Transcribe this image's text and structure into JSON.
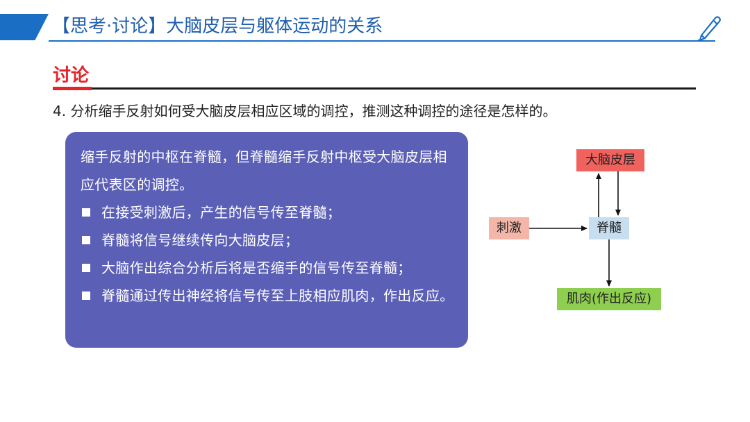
{
  "header": {
    "title": "【思考·讨论】大脑皮层与躯体运动的关系"
  },
  "section": {
    "label": "讨论"
  },
  "question": {
    "text": "4. 分析缩手反射如何受大脑皮层相应区域的调控，推测这种调控的途径是怎样的。"
  },
  "answer": {
    "intro": "缩手反射的中枢在脊髓，但脊髓缩手反射中枢受大脑皮层相应代表区的调控。",
    "bullets": [
      "在接受刺激后，产生的信号传至脊髓；",
      "脊髓将信号继续传向大脑皮层；",
      "大脑作出综合分析后将是否缩手的信号传至脊髓；",
      "脊髓通过传出神经将信号传至上肢相应肌肉，作出反应。"
    ]
  },
  "diagram": {
    "cortex": "大脑皮层",
    "stimulus": "刺激",
    "spinal": "脊髓",
    "muscle": "肌肉(作出反应)",
    "colors": {
      "cortex": "#f0625e",
      "stimulus": "#f4b6a8",
      "spinal": "#c7def0",
      "muscle": "#8ecf4f"
    }
  },
  "icons": {
    "decoration": "pen-icon"
  }
}
